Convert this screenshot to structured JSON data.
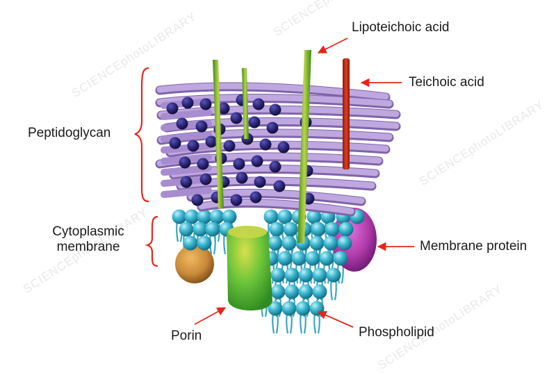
{
  "labels": {
    "lipoteichoic_acid": "Lipoteichoic acid",
    "teichoic_acid": "Teichoic acid",
    "peptidoglycan": "Peptidoglycan",
    "cytoplasmic_line1": "Cytoplasmic",
    "cytoplasmic_line2": "membrane",
    "membrane_protein": "Membrane protein",
    "porin": "Porin",
    "phospholipid": "Phospholipid"
  },
  "watermark": "SCIENCEphotoLIBRARY",
  "colors": {
    "arrow": "#e8241a",
    "bracket": "#e8241a",
    "peptidoglycan_strand": "#b79bd6",
    "peptidoglycan_end": "#2a2470",
    "lipid_head": "#3fb8d0",
    "porin": "#6cc43a",
    "membrane_protein": "#b03aa8",
    "brown_protein": "#c98a3a",
    "teichoic": "#c62a16",
    "lipoteichoic": "#8fbf3a"
  }
}
